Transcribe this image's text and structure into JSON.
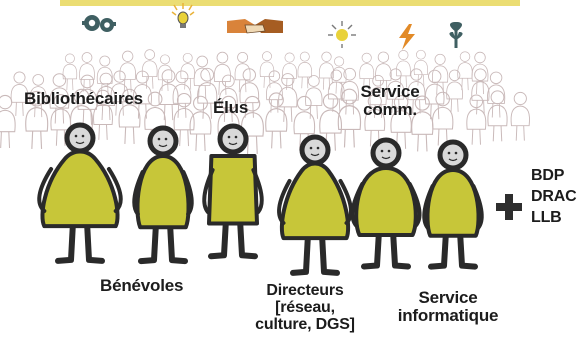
{
  "colors": {
    "body_fill": "#c7c639",
    "outline": "#2a2a2a",
    "crowd_stroke": "#c9b9b9",
    "header_line": "#e7d75a",
    "icon_gear": "#3f5f62",
    "icon_bulb": "#e9d23a",
    "icon_handshake": "#d9833a",
    "icon_flash": "#e28a27",
    "icon_plant": "#3f5f62"
  },
  "icons": [
    "gears-icon",
    "lightbulb-icon",
    "handshake-icon",
    "sun-idea-icon",
    "lightning-icon",
    "plant-icon"
  ],
  "groups": {
    "bibliothecaires": "Bibliothécaires",
    "elus": "Élus",
    "service_comm_1": "Service",
    "service_comm_2": "comm.",
    "benevoles": "Bénévoles",
    "directeurs_1": "Directeurs",
    "directeurs_2": "[réseau,",
    "directeurs_3": "culture, DGS]",
    "service_info_1": "Service",
    "service_info_2": "informatique"
  },
  "partners": {
    "plus_icon": "plus-icon",
    "items": [
      "BDP",
      "DRAC",
      "LLB"
    ]
  }
}
